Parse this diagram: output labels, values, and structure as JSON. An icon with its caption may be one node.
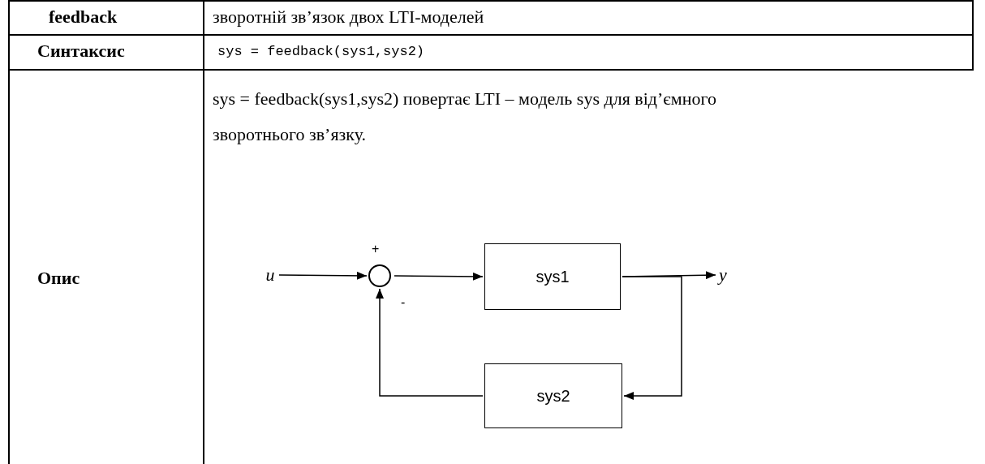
{
  "diagram": {
    "nodes": [
      {
        "text": [
          "u"
        ]
      },
      {
        "text": [],
        "shape": "circle",
        "beside": [
          "+",
          "-"
        ]
      },
      {
        "text": [
          "sys1"
        ]
      },
      {
        "text": [
          "sys2"
        ]
      },
      {
        "text": [
          "y"
        ]
      }
    ],
    "edges": [
      {
        "from": 0,
        "to": 1,
        "arrow": "to"
      },
      {
        "from": 1,
        "to": 2,
        "arrow": "to"
      },
      {
        "from": 2,
        "to": 4,
        "arrow": "to"
      },
      {
        "from": 2,
        "to": 3,
        "arrow": "to"
      },
      {
        "from": 3,
        "to": 1,
        "arrow": "to"
      }
    ],
    "labels": [
      "feedback",
      "зворотній зв’язок двох LTI-моделей",
      "Синтаксис",
      "sys = feedback(sys1,sys2)",
      "Опис",
      "sys = feedback(sys1,sys2) повертає LTI – модель sys для від’ємного зворотнього зв’язку."
    ]
  }
}
